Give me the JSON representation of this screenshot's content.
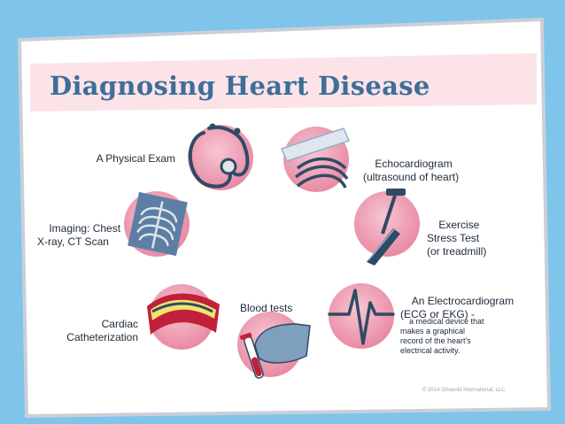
{
  "title": "Diagnosing Heart Disease",
  "items": [
    {
      "label": "A Physical Exam",
      "icon": "stethoscope-icon"
    },
    {
      "label": "Echocardiogram\n(ultrasound of heart)",
      "icon": "ultrasound-icon"
    },
    {
      "label": "Exercise\nStress Test\n(or treadmill)",
      "icon": "treadmill-icon"
    },
    {
      "label": "An Electrocardiogram\n(ECG or EKG) -",
      "detail": "a medical device that\nmakes a graphical\nrecord of the heart's\nelectrical activity.",
      "icon": "ecg-wave-icon"
    },
    {
      "label": "Blood tests",
      "icon": "blood-test-icon"
    },
    {
      "label": "Cardiac\nCatheterization",
      "icon": "artery-icon"
    },
    {
      "label": "Imaging: Chest\nX-ray, CT Scan",
      "icon": "xray-icon"
    }
  ],
  "copyright": "© 2014 Griswold International, LLC",
  "colors": {
    "background": "#7fc4ea",
    "card": "#ffffff",
    "card_border": "#c9cfd8",
    "title_band": "#fbe3e8",
    "title": "#3e6e98",
    "circle": "#ef9fb3",
    "icon_dark": "#2f4a66",
    "icon_blue": "#8fb0cc",
    "red": "#c0203a"
  }
}
